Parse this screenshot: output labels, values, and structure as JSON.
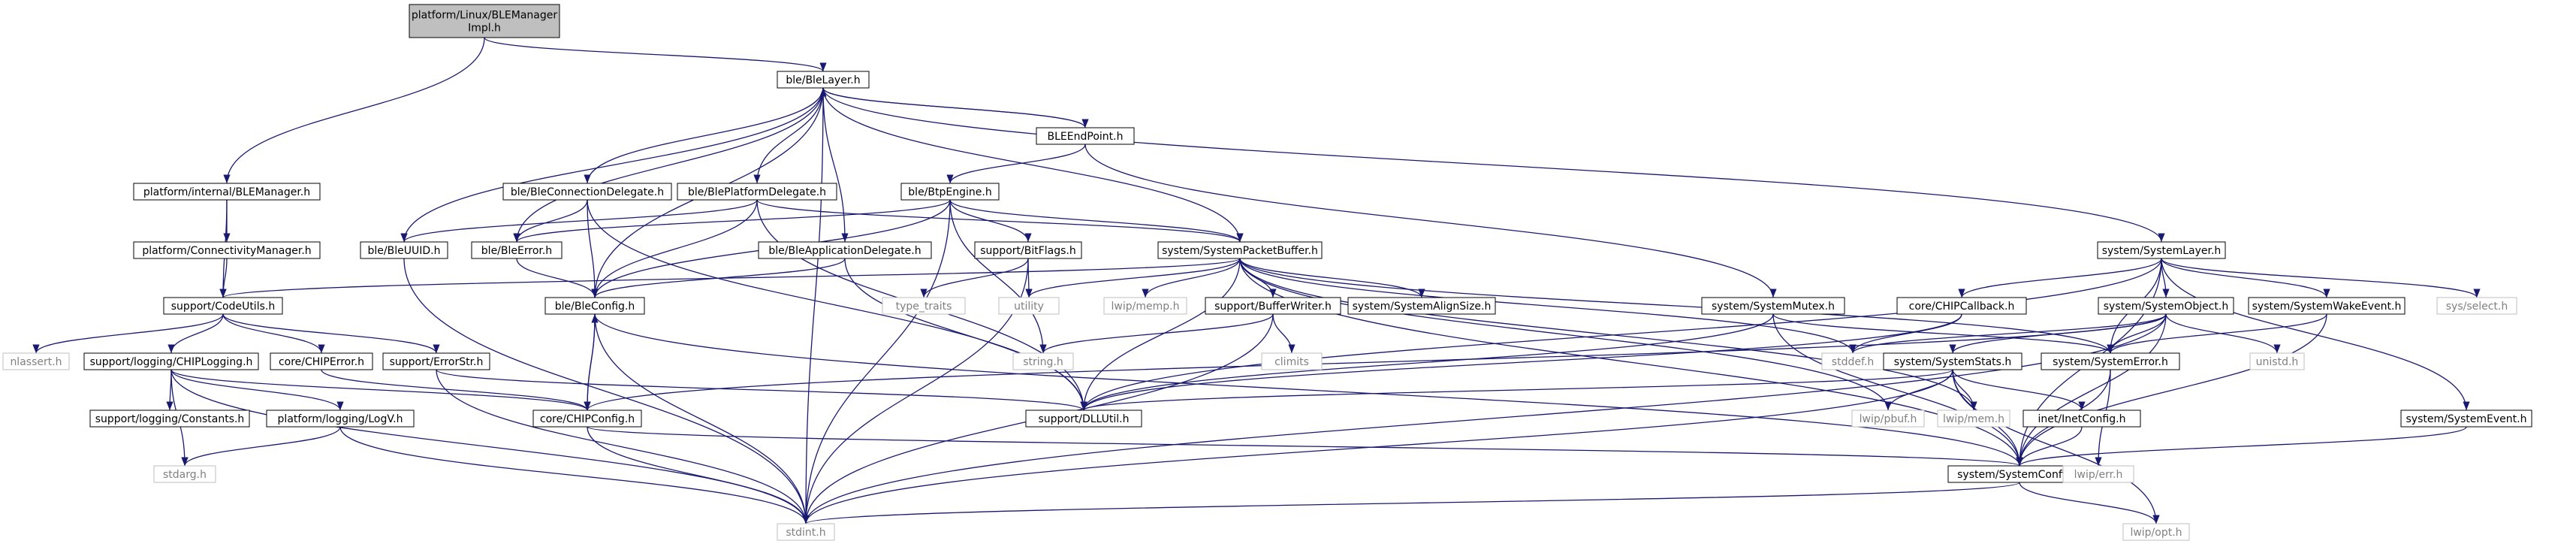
{
  "colors": {
    "edge": "#191970",
    "root_fill": "#bfbfbf",
    "node_fill": "#ffffff",
    "external_border": "#bfbfbf",
    "external_text": "#808080"
  },
  "nodes": {
    "root": {
      "lines": [
        "platform/Linux/BLEManager",
        "Impl.h"
      ],
      "kind": "root"
    },
    "blelayer": {
      "lines": [
        "ble/BleLayer.h"
      ],
      "kind": "int"
    },
    "bleendpoint": {
      "lines": [
        "BLEEndPoint.h"
      ],
      "kind": "int"
    },
    "internalblemanager": {
      "lines": [
        "platform/internal/BLEManager.h"
      ],
      "kind": "int"
    },
    "connectivitymanager": {
      "lines": [
        "platform/ConnectivityManager.h"
      ],
      "kind": "int"
    },
    "codeutils": {
      "lines": [
        "support/CodeUtils.h"
      ],
      "kind": "int"
    },
    "nlassert": {
      "lines": [
        "nlassert.h"
      ],
      "kind": "ext"
    },
    "chiplogging": {
      "lines": [
        "support/logging/CHIPLogging.h"
      ],
      "kind": "int"
    },
    "chiperror": {
      "lines": [
        "core/CHIPError.h"
      ],
      "kind": "int"
    },
    "errorstr": {
      "lines": [
        "support/ErrorStr.h"
      ],
      "kind": "int"
    },
    "constants": {
      "lines": [
        "support/logging/Constants.h"
      ],
      "kind": "int"
    },
    "logv": {
      "lines": [
        "platform/logging/LogV.h"
      ],
      "kind": "int"
    },
    "stdarg": {
      "lines": [
        "stdarg.h"
      ],
      "kind": "ext"
    },
    "stdint": {
      "lines": [
        "stdint.h"
      ],
      "kind": "ext"
    },
    "bleuuid": {
      "lines": [
        "ble/BleUUID.h"
      ],
      "kind": "int"
    },
    "bleerror": {
      "lines": [
        "ble/BleError.h"
      ],
      "kind": "int"
    },
    "bleconndelegate": {
      "lines": [
        "ble/BleConnectionDelegate.h"
      ],
      "kind": "int"
    },
    "bleplatdelegate": {
      "lines": [
        "ble/BlePlatformDelegate.h"
      ],
      "kind": "int"
    },
    "bleconfig": {
      "lines": [
        "ble/BleConfig.h"
      ],
      "kind": "int"
    },
    "chipconfig": {
      "lines": [
        "core/CHIPConfig.h"
      ],
      "kind": "int"
    },
    "bleappdelegate": {
      "lines": [
        "ble/BleApplicationDelegate.h"
      ],
      "kind": "int"
    },
    "btpengine": {
      "lines": [
        "ble/BtpEngine.h"
      ],
      "kind": "int"
    },
    "bitflags": {
      "lines": [
        "support/BitFlags.h"
      ],
      "kind": "int"
    },
    "typetraits": {
      "lines": [
        "type_traits"
      ],
      "kind": "ext"
    },
    "utility": {
      "lines": [
        "utility"
      ],
      "kind": "ext"
    },
    "stringh": {
      "lines": [
        "string.h"
      ],
      "kind": "ext"
    },
    "packetbuffer": {
      "lines": [
        "system/SystemPacketBuffer.h"
      ],
      "kind": "int"
    },
    "lwipmemp": {
      "lines": [
        "lwip/memp.h"
      ],
      "kind": "ext"
    },
    "bufferwriter": {
      "lines": [
        "support/BufferWriter.h"
      ],
      "kind": "int"
    },
    "climits": {
      "lines": [
        "climits"
      ],
      "kind": "ext"
    },
    "alignsize": {
      "lines": [
        "system/SystemAlignSize.h"
      ],
      "kind": "int"
    },
    "dllutil": {
      "lines": [
        "support/DLLUtil.h"
      ],
      "kind": "int"
    },
    "systemconfig": {
      "lines": [
        "system/SystemConfig.h"
      ],
      "kind": "int"
    },
    "lwipopt": {
      "lines": [
        "lwip/opt.h"
      ],
      "kind": "ext"
    },
    "systemmutex": {
      "lines": [
        "system/SystemMutex.h"
      ],
      "kind": "int"
    },
    "chipcallback": {
      "lines": [
        "core/CHIPCallback.h"
      ],
      "kind": "int"
    },
    "stddef": {
      "lines": [
        "stddef.h"
      ],
      "kind": "ext"
    },
    "systemlayer": {
      "lines": [
        "system/SystemLayer.h"
      ],
      "kind": "int"
    },
    "systemobject": {
      "lines": [
        "system/SystemObject.h"
      ],
      "kind": "int"
    },
    "systemwakeevent": {
      "lines": [
        "system/SystemWakeEvent.h"
      ],
      "kind": "int"
    },
    "sysselect": {
      "lines": [
        "sys/select.h"
      ],
      "kind": "ext"
    },
    "systemstats": {
      "lines": [
        "system/SystemStats.h"
      ],
      "kind": "int"
    },
    "systemerror": {
      "lines": [
        "system/SystemError.h"
      ],
      "kind": "int"
    },
    "unistd": {
      "lines": [
        "unistd.h"
      ],
      "kind": "ext"
    },
    "lwippbuf": {
      "lines": [
        "lwip/pbuf.h"
      ],
      "kind": "ext"
    },
    "lwipmem": {
      "lines": [
        "lwip/mem.h"
      ],
      "kind": "ext"
    },
    "inetconfig": {
      "lines": [
        "inet/InetConfig.h"
      ],
      "kind": "int"
    },
    "lwiperr": {
      "lines": [
        "lwip/err.h"
      ],
      "kind": "ext"
    },
    "systemevent": {
      "lines": [
        "system/SystemEvent.h"
      ],
      "kind": "int"
    }
  }
}
